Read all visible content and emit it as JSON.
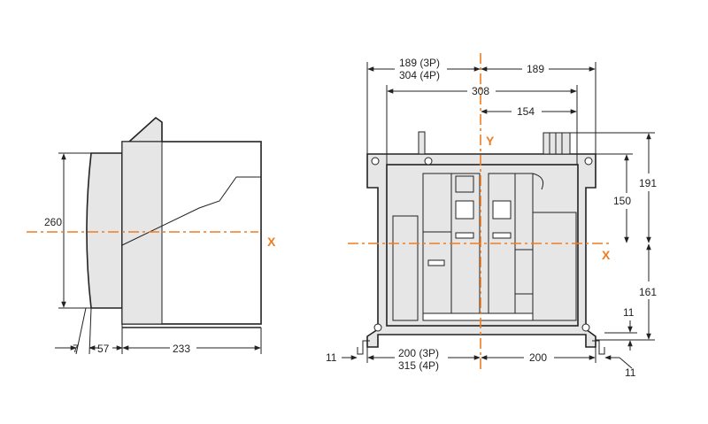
{
  "colors": {
    "axis": "#ef7d22",
    "housing_fill": "#e6e6e6",
    "outline": "#222222",
    "background": "#ffffff"
  },
  "side_view": {
    "height_label": "260",
    "axis_label": "X",
    "dim_offset": "7",
    "dim_depth_front": "57",
    "dim_depth_body": "233"
  },
  "front_view": {
    "dim_left_half_3p": "189 (3P)",
    "dim_left_half_4p": "304 (4P)",
    "dim_right_half": "189",
    "dim_mounting_width": "308",
    "dim_mounting_half": "154",
    "axis_y_label": "Y",
    "axis_x_label": "X",
    "dim_top_height": "191",
    "dim_hole_height": "150",
    "dim_bottom_height": "161",
    "dim_foot_height": "11",
    "dim_bottom_left_3p": "200 (3P)",
    "dim_bottom_left_4p": "315 (4P)",
    "dim_bottom_right": "200",
    "dim_foot_left": "11",
    "dim_foot_right": "11"
  }
}
